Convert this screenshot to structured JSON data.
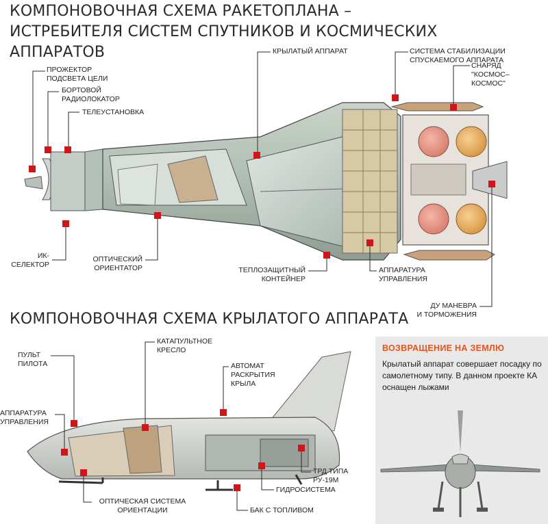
{
  "top_diagram": {
    "title": "КОМПОНОВОЧНАЯ СХЕМА РАКЕТОПЛАНА – ИСТРЕБИТЕЛЯ СИСТЕМ СПУТНИКОВ И КОСМИЧЕСКИХ АППАРАТОВ",
    "labels": {
      "searchlight": "ПРОЖЕКТОР\nПОДСВЕТА ЦЕЛИ",
      "radar": "БОРТОВОЙ\nРАДИОЛОКАТОР",
      "tv": "ТЕЛЕУСТАНОВКА",
      "winged": "КРЫЛАТЫЙ АППАРАТ",
      "stabilization": "СИСТЕМА СТАБИЛИЗАЦИИ\nСПУСКАЕМОГО АППАРАТА",
      "missile": "СНАРЯД\n\"КОСМОС–\nКОСМОС\"",
      "ir_selector": "ИК-\nСЕЛЕКТОР",
      "optical_orientator": "ОПТИЧЕСКИЙ\nОРИЕНТАТОР",
      "heat_container": "ТЕПЛОЗАЩИТНЫЙ\nКОНТЕЙНЕР",
      "control_equipment": "АППАРАТУРА\nУПРАВЛЕНИЯ",
      "maneuver_engines": "ДУ МАНЕВРА\nИ ТОРМОЖЕНИЯ"
    }
  },
  "bottom_diagram": {
    "title": "КОМПОНОВОЧНАЯ СХЕМА КРЫЛАТОГО АППАРАТА",
    "labels": {
      "pilot_console": "ПУЛЬТ\nПИЛОТА",
      "ejection_seat": "КАТАПУЛЬТНОЕ\nКРЕСЛО",
      "wing_deploy": "АВТОМАТ\nРАСКРЫТИЯ\nКРЫЛА",
      "control_equipment": "АППАРАТУРА\nУПРАВЛЕНИЯ",
      "turbojet": "ТРД ТИПА\nРУ-19М",
      "hydraulics": "ГИДРОСИСТЕМА",
      "optical_system": "ОПТИЧЕСКАЯ СИСТЕМА\nОРИЕНТАЦИИ",
      "fuel_tank": "БАК С ТОПЛИВОМ"
    }
  },
  "return_box": {
    "title": "ВОЗВРАЩЕНИЕ НА ЗЕМЛЮ",
    "text": "Крылатый аппарат совершает посадку по самолетному типу. В данном проекте КА оснащен лыжами"
  },
  "colors": {
    "marker": "#d0161b",
    "accent": "#e0551e",
    "box_bg": "#e9e9ea"
  }
}
